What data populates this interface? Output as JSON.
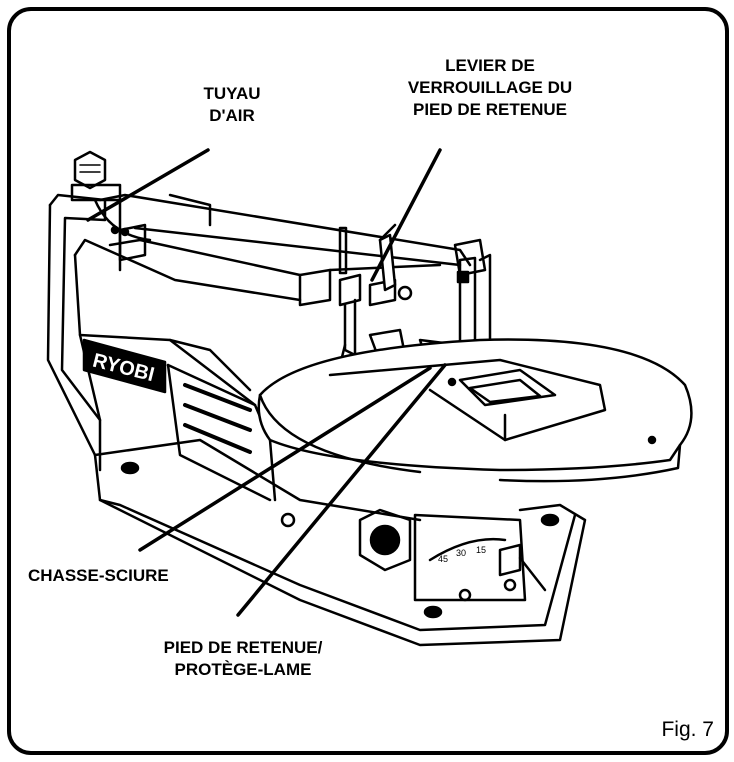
{
  "labels": {
    "air_hose": "TUYAU\nD'AIR",
    "lock_lever": "LEVIER DE\nVERROUILLAGE DU\nPIED DE RETENUE",
    "dust_blower": "CHASSE-SCIURE",
    "hold_down_foot": "PIED DE RETENUE/\nPROTÈGE-LAME"
  },
  "brand": "RYOBI",
  "bevel_scale": [
    "45",
    "30",
    "15"
  ],
  "figure_caption": "Fig. 7"
}
